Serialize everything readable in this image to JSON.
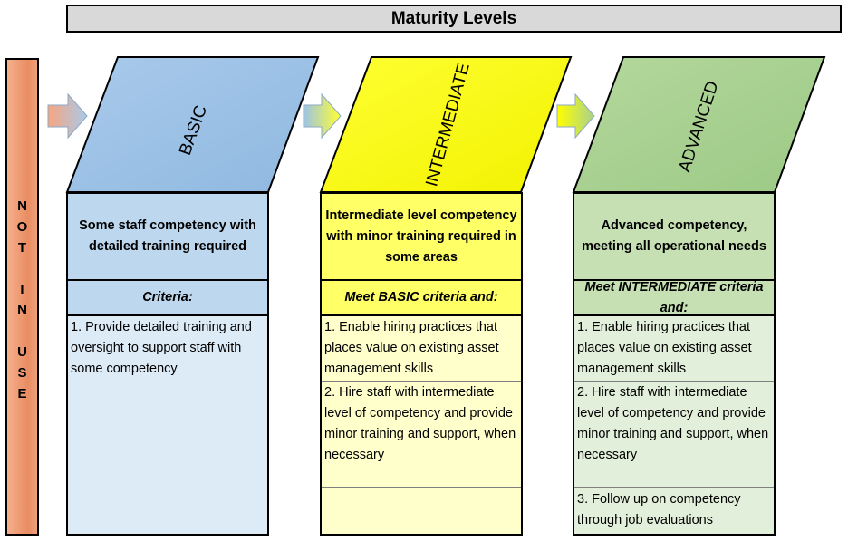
{
  "title": "Maturity Levels",
  "not_in_use": {
    "letters": [
      "N",
      "O",
      "T",
      "",
      "I",
      "N",
      "",
      "U",
      "S",
      "E"
    ]
  },
  "levels": [
    {
      "name": "BASIC",
      "description": "Some staff competency with detailed training required",
      "criteria": "Criteria:",
      "items": [
        "1. Provide detailed training and oversight to support staff with some competency"
      ]
    },
    {
      "name": "INTERMEDIATE",
      "description": "Intermediate level competency with minor training required in some areas",
      "criteria": "Meet BASIC criteria and:",
      "items": [
        "1. Enable hiring practices that places value on existing asset management skills",
        "2. Hire staff with intermediate level of competency and provide minor training and support, when necessary"
      ]
    },
    {
      "name": "ADVANCED",
      "description": "Advanced competency, meeting all operational needs",
      "criteria": "Meet INTERMEDIATE criteria and:",
      "items": [
        "1. Enable hiring practices that places value on existing asset management skills",
        "2. Hire staff with intermediate level of competency and provide minor training and support, when necessary",
        "3. Follow up on competency through job evaluations"
      ]
    }
  ],
  "colors": {
    "basic": "#9dc3e6",
    "intermediate": "#ffff00",
    "advanced": "#a9d18e",
    "not_in_use": "#f4a582"
  }
}
